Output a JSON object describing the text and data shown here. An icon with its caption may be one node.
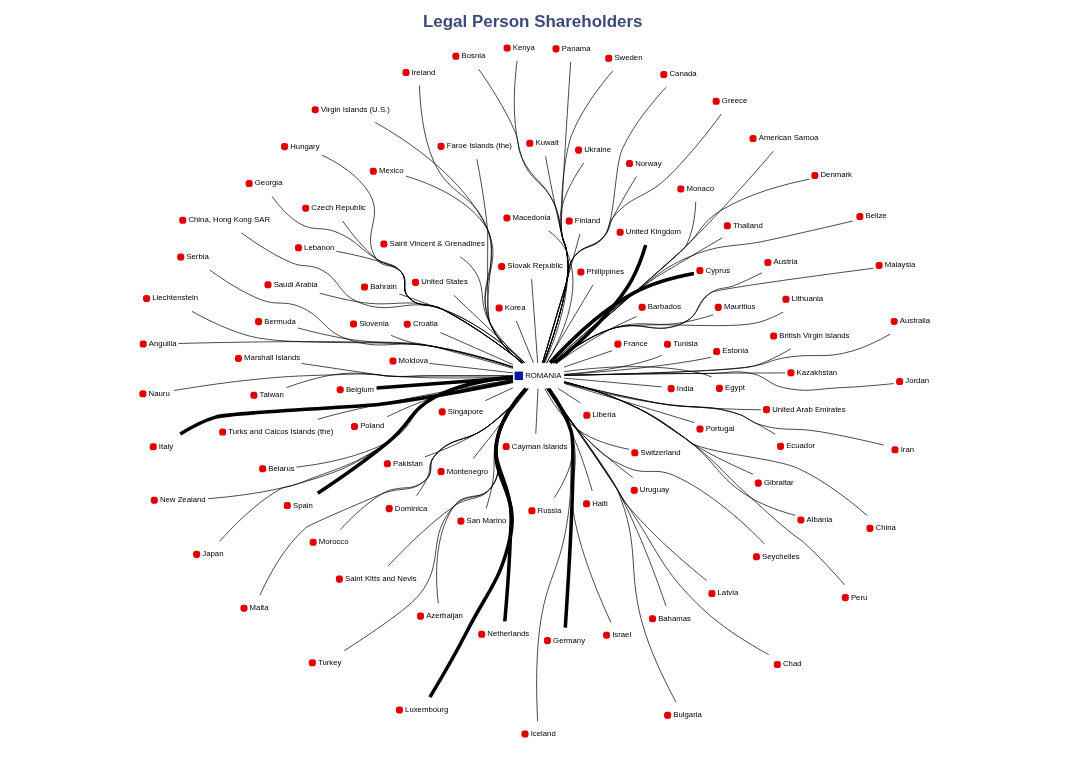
{
  "diagram": {
    "title": "Legal Person Shareholders",
    "nodes": [
      {
        "text": [
          "ROMANIA"
        ]
      },
      {
        "text": [
          "Liberia"
        ]
      },
      {
        "text": [
          "Bahamas"
        ]
      },
      {
        "text": [
          "Ireland"
        ]
      },
      {
        "text": [
          "Cayman Islands"
        ]
      },
      {
        "text": [
          "Saudi Arabia"
        ]
      },
      {
        "text": [
          "Iceland"
        ]
      },
      {
        "text": [
          "Uruguay"
        ]
      },
      {
        "text": [
          "Latvia"
        ]
      },
      {
        "text": [
          "Peru"
        ]
      },
      {
        "text": [
          "Montenegro"
        ]
      },
      {
        "text": [
          "Marshall Islands"
        ]
      },
      {
        "text": [
          "Iran"
        ]
      },
      {
        "text": [
          "Tunisia"
        ]
      },
      {
        "text": [
          "Ukraine"
        ]
      },
      {
        "text": [
          "Chad"
        ]
      },
      {
        "text": [
          "Haiti"
        ]
      },
      {
        "text": [
          "Mexico"
        ]
      },
      {
        "text": [
          "Serbia"
        ]
      },
      {
        "text": [
          "Slovenia"
        ]
      },
      {
        "text": [
          "Belarus"
        ]
      },
      {
        "text": [
          "Malta"
        ]
      },
      {
        "text": [
          "Slovak Republic"
        ]
      },
      {
        "text": [
          "Thailand"
        ]
      },
      {
        "text": [
          "Panama"
        ]
      },
      {
        "text": [
          "Russia"
        ]
      },
      {
        "text": [
          "Lithuania"
        ]
      },
      {
        "text": [
          "Anguilla"
        ]
      },
      {
        "text": [
          "Pakistan"
        ]
      },
      {
        "text": [
          "Kazakhstan"
        ]
      },
      {
        "text": [
          "American Samoa"
        ]
      },
      {
        "text": [
          "Singapore"
        ]
      },
      {
        "text": [
          "Saint Kitts and Nevis"
        ]
      },
      {
        "text": [
          "China, Hong Kong SAR"
        ]
      },
      {
        "text": [
          "Philippines"
        ]
      },
      {
        "text": [
          "Gibraltar"
        ]
      },
      {
        "text": [
          "Kenya"
        ]
      },
      {
        "text": [
          "Finland"
        ]
      },
      {
        "text": [
          "Bermuda"
        ]
      },
      {
        "text": [
          "Nauru"
        ]
      },
      {
        "text": [
          "Bahrain"
        ]
      },
      {
        "text": [
          "Faroe Islands (the)"
        ]
      },
      {
        "text": [
          "Liechtenstein"
        ]
      },
      {
        "text": [
          "Mauritius"
        ]
      },
      {
        "text": [
          "British Virgin Islands"
        ]
      },
      {
        "text": [
          "New Zealand"
        ]
      },
      {
        "text": [
          "Portugal"
        ]
      },
      {
        "text": [
          "Ecuador"
        ]
      },
      {
        "text": [
          "Jordan"
        ]
      },
      {
        "text": [
          "Egypt"
        ]
      },
      {
        "text": [
          "Taiwan"
        ]
      },
      {
        "text": [
          "Australia"
        ]
      },
      {
        "text": [
          "Macedonia"
        ]
      },
      {
        "text": [
          "Kuwait"
        ]
      },
      {
        "text": [
          "Denmark"
        ]
      },
      {
        "text": [
          "San Marino"
        ]
      },
      {
        "text": [
          "Morocco"
        ]
      },
      {
        "text": [
          "Virgin Islands (U.S.)"
        ]
      },
      {
        "text": [
          "Barbados"
        ]
      },
      {
        "text": [
          "Czech Republic"
        ]
      },
      {
        "text": [
          "Georgia"
        ]
      },
      {
        "text": [
          "Saint Vincent & Grenadines"
        ]
      },
      {
        "text": [
          "Spain"
        ]
      },
      {
        "text": [
          "Malaysia"
        ]
      },
      {
        "text": [
          "India"
        ]
      },
      {
        "text": [
          "Turks and Caicos Islands (the)"
        ]
      },
      {
        "text": [
          "Belize"
        ]
      },
      {
        "text": [
          "Cyprus"
        ]
      },
      {
        "text": [
          "Albania"
        ]
      },
      {
        "text": [
          "Italy"
        ]
      },
      {
        "text": [
          "Dominica"
        ]
      },
      {
        "text": [
          "Monaco"
        ]
      },
      {
        "text": [
          "Bosnia"
        ]
      },
      {
        "text": [
          "Belgium"
        ]
      },
      {
        "text": [
          "Azerbaijan"
        ]
      },
      {
        "text": [
          "China"
        ]
      },
      {
        "text": [
          "Korea"
        ]
      },
      {
        "text": [
          "Netherlands"
        ]
      },
      {
        "text": [
          "Japan"
        ]
      },
      {
        "text": [
          "Estonia"
        ]
      },
      {
        "text": [
          "Lebanon"
        ]
      },
      {
        "text": [
          "Luxembourg"
        ]
      },
      {
        "text": [
          "France"
        ]
      },
      {
        "text": [
          "Seychelles"
        ]
      },
      {
        "text": [
          "Sweden"
        ]
      },
      {
        "text": [
          "United States"
        ]
      },
      {
        "text": [
          "Norway"
        ]
      },
      {
        "text": [
          "Hungary"
        ]
      },
      {
        "text": [
          "Croatia"
        ]
      },
      {
        "text": [
          "Germany"
        ]
      },
      {
        "text": [
          "Greece"
        ]
      },
      {
        "text": [
          "Poland"
        ]
      },
      {
        "text": [
          "Austria"
        ]
      },
      {
        "text": [
          "Canada"
        ]
      },
      {
        "text": [
          "Moldova"
        ]
      },
      {
        "text": [
          "Israel"
        ]
      },
      {
        "text": [
          "Bulgaria"
        ]
      },
      {
        "text": [
          "Switzerland"
        ]
      },
      {
        "text": [
          "United Arab Emirates"
        ]
      },
      {
        "text": [
          "Turkey"
        ]
      },
      {
        "text": [
          "United Kingdom"
        ]
      }
    ],
    "edges": [
      {
        "from": 1,
        "to": 0,
        "arrow": "none"
      },
      {
        "from": 2,
        "to": 0,
        "arrow": "none"
      },
      {
        "from": 3,
        "to": 0,
        "arrow": "none"
      },
      {
        "from": 4,
        "to": 0,
        "arrow": "none"
      },
      {
        "from": 5,
        "to": 0,
        "arrow": "none"
      },
      {
        "from": 6,
        "to": 0,
        "arrow": "none"
      },
      {
        "from": 7,
        "to": 0,
        "arrow": "none"
      },
      {
        "from": 8,
        "to": 0,
        "arrow": "none"
      },
      {
        "from": 9,
        "to": 0,
        "arrow": "none"
      },
      {
        "from": 10,
        "to": 0,
        "arrow": "none"
      },
      {
        "from": 11,
        "to": 0,
        "arrow": "none"
      },
      {
        "from": 12,
        "to": 0,
        "arrow": "none"
      },
      {
        "from": 13,
        "to": 0,
        "arrow": "none"
      },
      {
        "from": 14,
        "to": 0,
        "arrow": "none"
      },
      {
        "from": 15,
        "to": 0,
        "arrow": "none"
      },
      {
        "from": 16,
        "to": 0,
        "arrow": "none"
      },
      {
        "from": 17,
        "to": 0,
        "arrow": "none"
      },
      {
        "from": 18,
        "to": 0,
        "arrow": "none"
      },
      {
        "from": 19,
        "to": 0,
        "arrow": "none"
      },
      {
        "from": 20,
        "to": 0,
        "arrow": "none"
      },
      {
        "from": 21,
        "to": 0,
        "arrow": "none"
      },
      {
        "from": 22,
        "to": 0,
        "arrow": "none"
      },
      {
        "from": 23,
        "to": 0,
        "arrow": "none"
      },
      {
        "from": 24,
        "to": 0,
        "arrow": "none"
      },
      {
        "from": 25,
        "to": 0,
        "arrow": "none"
      },
      {
        "from": 26,
        "to": 0,
        "arrow": "none"
      },
      {
        "from": 27,
        "to": 0,
        "arrow": "none"
      },
      {
        "from": 28,
        "to": 0,
        "arrow": "none"
      },
      {
        "from": 29,
        "to": 0,
        "arrow": "none"
      },
      {
        "from": 30,
        "to": 0,
        "arrow": "none"
      },
      {
        "from": 31,
        "to": 0,
        "arrow": "none"
      },
      {
        "from": 32,
        "to": 0,
        "arrow": "none"
      },
      {
        "from": 33,
        "to": 0,
        "arrow": "none"
      },
      {
        "from": 34,
        "to": 0,
        "arrow": "none"
      },
      {
        "from": 35,
        "to": 0,
        "arrow": "none"
      },
      {
        "from": 36,
        "to": 0,
        "arrow": "none"
      },
      {
        "from": 37,
        "to": 0,
        "arrow": "none"
      },
      {
        "from": 38,
        "to": 0,
        "arrow": "none"
      },
      {
        "from": 39,
        "to": 0,
        "arrow": "none"
      },
      {
        "from": 40,
        "to": 0,
        "arrow": "none"
      },
      {
        "from": 41,
        "to": 0,
        "arrow": "none"
      },
      {
        "from": 42,
        "to": 0,
        "arrow": "none"
      },
      {
        "from": 43,
        "to": 0,
        "arrow": "none"
      },
      {
        "from": 44,
        "to": 0,
        "arrow": "none"
      },
      {
        "from": 45,
        "to": 0,
        "arrow": "none"
      },
      {
        "from": 46,
        "to": 0,
        "arrow": "none"
      },
      {
        "from": 47,
        "to": 0,
        "arrow": "none"
      },
      {
        "from": 48,
        "to": 0,
        "arrow": "none"
      },
      {
        "from": 49,
        "to": 0,
        "arrow": "none"
      },
      {
        "from": 50,
        "to": 0,
        "arrow": "none"
      },
      {
        "from": 51,
        "to": 0,
        "arrow": "none"
      },
      {
        "from": 52,
        "to": 0,
        "arrow": "none"
      },
      {
        "from": 53,
        "to": 0,
        "arrow": "none"
      },
      {
        "from": 54,
        "to": 0,
        "arrow": "none"
      },
      {
        "from": 55,
        "to": 0,
        "arrow": "none"
      },
      {
        "from": 56,
        "to": 0,
        "arrow": "none"
      },
      {
        "from": 57,
        "to": 0,
        "arrow": "none"
      },
      {
        "from": 58,
        "to": 0,
        "arrow": "none"
      },
      {
        "from": 59,
        "to": 0,
        "arrow": "none"
      },
      {
        "from": 60,
        "to": 0,
        "arrow": "none"
      },
      {
        "from": 61,
        "to": 0,
        "arrow": "none"
      },
      {
        "from": 62,
        "to": 0,
        "arrow": "none",
        "style": "thick"
      },
      {
        "from": 63,
        "to": 0,
        "arrow": "none"
      },
      {
        "from": 64,
        "to": 0,
        "arrow": "none"
      },
      {
        "from": 65,
        "to": 0,
        "arrow": "none"
      },
      {
        "from": 66,
        "to": 0,
        "arrow": "none"
      },
      {
        "from": 67,
        "to": 0,
        "arrow": "none",
        "style": "thick"
      },
      {
        "from": 68,
        "to": 0,
        "arrow": "none"
      },
      {
        "from": 69,
        "to": 0,
        "arrow": "none",
        "style": "thick"
      },
      {
        "from": 70,
        "to": 0,
        "arrow": "none"
      },
      {
        "from": 71,
        "to": 0,
        "arrow": "none"
      },
      {
        "from": 72,
        "to": 0,
        "arrow": "none"
      },
      {
        "from": 73,
        "to": 0,
        "arrow": "none",
        "style": "thick"
      },
      {
        "from": 74,
        "to": 0,
        "arrow": "none"
      },
      {
        "from": 75,
        "to": 0,
        "arrow": "none"
      },
      {
        "from": 76,
        "to": 0,
        "arrow": "none"
      },
      {
        "from": 77,
        "to": 0,
        "arrow": "none",
        "style": "thick"
      },
      {
        "from": 78,
        "to": 0,
        "arrow": "none"
      },
      {
        "from": 79,
        "to": 0,
        "arrow": "none"
      },
      {
        "from": 80,
        "to": 0,
        "arrow": "none"
      },
      {
        "from": 81,
        "to": 0,
        "arrow": "none",
        "style": "thick"
      },
      {
        "from": 82,
        "to": 0,
        "arrow": "none"
      },
      {
        "from": 83,
        "to": 0,
        "arrow": "none"
      },
      {
        "from": 84,
        "to": 0,
        "arrow": "none"
      },
      {
        "from": 85,
        "to": 0,
        "arrow": "none"
      },
      {
        "from": 86,
        "to": 0,
        "arrow": "none"
      },
      {
        "from": 87,
        "to": 0,
        "arrow": "none"
      },
      {
        "from": 88,
        "to": 0,
        "arrow": "none"
      },
      {
        "from": 89,
        "to": 0,
        "arrow": "none",
        "style": "thick"
      },
      {
        "from": 90,
        "to": 0,
        "arrow": "none"
      },
      {
        "from": 91,
        "to": 0,
        "arrow": "none"
      },
      {
        "from": 92,
        "to": 0,
        "arrow": "none"
      },
      {
        "from": 93,
        "to": 0,
        "arrow": "none"
      },
      {
        "from": 94,
        "to": 0,
        "arrow": "none"
      },
      {
        "from": 95,
        "to": 0,
        "arrow": "none"
      },
      {
        "from": 96,
        "to": 0,
        "arrow": "none"
      },
      {
        "from": 97,
        "to": 0,
        "arrow": "none"
      },
      {
        "from": 98,
        "to": 0,
        "arrow": "none"
      },
      {
        "from": 99,
        "to": 0,
        "arrow": "none"
      },
      {
        "from": 100,
        "to": 0,
        "arrow": "none",
        "style": "thick"
      }
    ]
  }
}
